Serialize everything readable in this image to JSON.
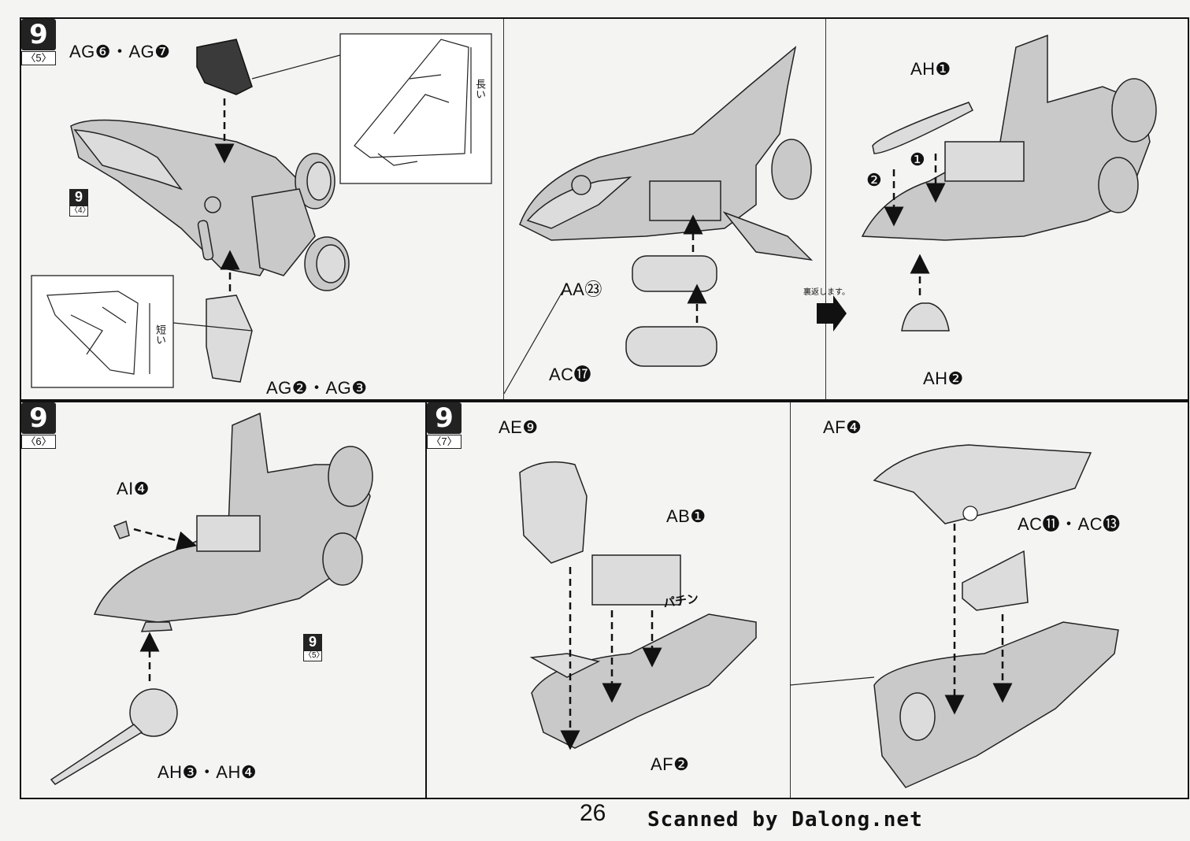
{
  "panels": {
    "top": {
      "step": "9",
      "sub": "〈5〉",
      "ref_badge": {
        "step": "9",
        "sub": "〈4〉"
      },
      "labels": {
        "ag67": "AG❻・AG❼",
        "ag23": "AG❷・AG❸",
        "aa23": "AA㉓",
        "ac17": "AC⓱",
        "ah1": "AH❶",
        "ah2": "AH❷"
      },
      "inset_long": "長い",
      "inset_short": "短い",
      "flip_note": "裏返します。",
      "order_1": "❶",
      "order_2": "❷"
    },
    "bottom_left": {
      "step": "9",
      "sub": "〈6〉",
      "ref_badge": {
        "step": "9",
        "sub": "〈5〉"
      },
      "labels": {
        "ai4": "AI❹",
        "ah34": "AH❸・AH❹"
      }
    },
    "bottom_right": {
      "step": "9",
      "sub": "〈7〉",
      "labels": {
        "ae9": "AE❾",
        "ab1": "AB❶",
        "af2": "AF❷",
        "af4": "AF❹",
        "ac1113": "AC⓫・AC⓭"
      },
      "snap_sound": "パチン"
    }
  },
  "footer": {
    "page_number": "26",
    "credit": "Scanned by Dalong.net"
  }
}
